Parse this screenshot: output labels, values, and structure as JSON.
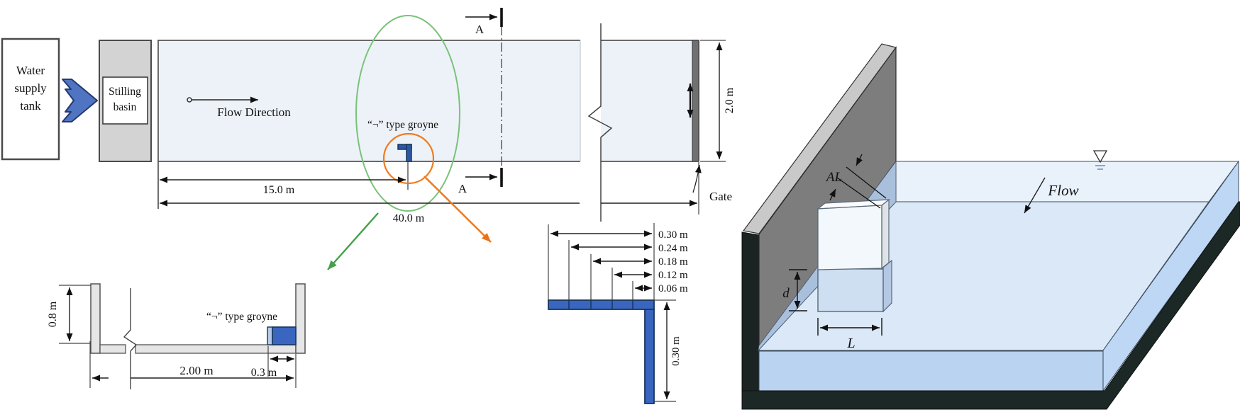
{
  "plan_view": {
    "tank_line1": "Water",
    "tank_line2": "supply",
    "tank_line3": "tank",
    "basin_line1": "Stilling",
    "basin_line2": "basin",
    "flow_direction": "Flow Direction",
    "groyne_label": "“¬” type groyne",
    "section_a_top": "A",
    "section_a_bottom": "A",
    "dim_groyne_position": "15.0 m",
    "dim_flume_length": "40.0 m",
    "dim_flume_width": "2.0 m",
    "gate_label": "Gate"
  },
  "cross_section": {
    "dim_wall_height": "0.8 m",
    "groyne_label": "“¬” type groyne",
    "dim_half_width": "2.00 m",
    "dim_groyne_length": "0.3 m"
  },
  "groyne_detail": {
    "arm_dims": [
      "0.30 m",
      "0.24 m",
      "0.18 m",
      "0.12 m",
      "0.06 m"
    ],
    "stem_dim": "0.30 m"
  },
  "perspective_view": {
    "arm_length_label": "AL",
    "submergence_label": "d",
    "groyne_length_label": "L",
    "flow_label": "Flow"
  },
  "colors": {
    "groyne_blue": "#3a66c0",
    "groyne_border": "#17365d",
    "flume_water": "#edf2f8",
    "highlight_orange": "#e8711a",
    "highlight_green": "#45a047",
    "water_surface": "#dbe8f7",
    "wall_gray": "#7d7d7d"
  }
}
